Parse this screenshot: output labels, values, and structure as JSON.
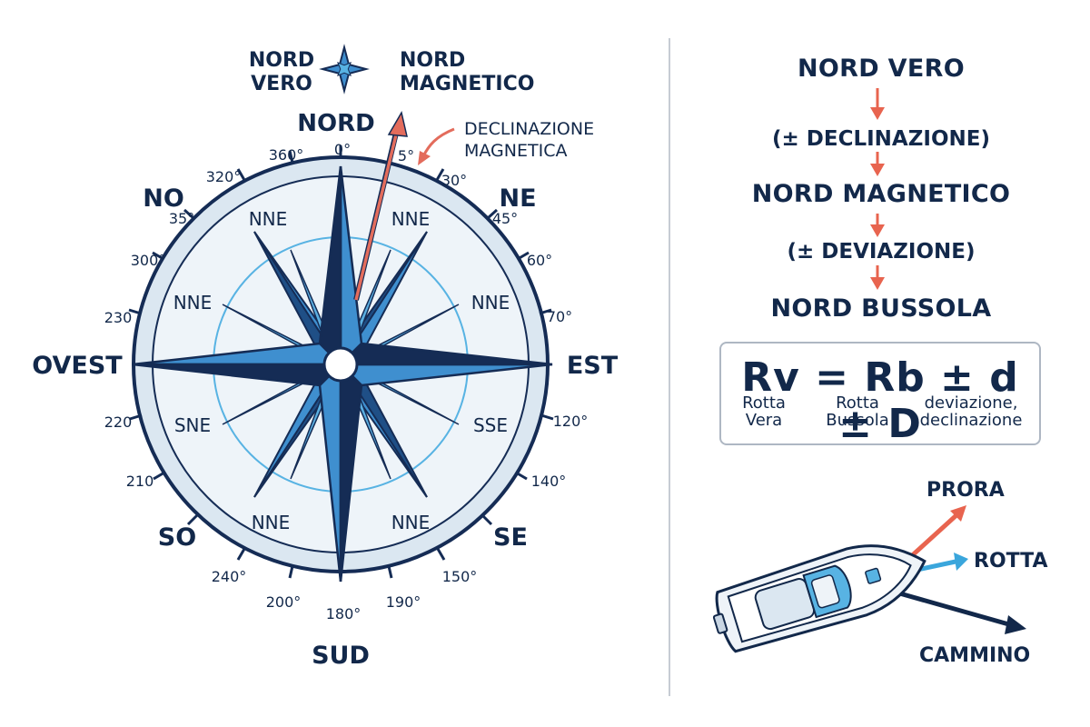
{
  "compass": {
    "labels": {
      "north_true": [
        "NORD",
        "VERO"
      ],
      "north_magnetic": [
        "NORD",
        "MAGNETICO"
      ],
      "north": "NORD",
      "declination": [
        "DECLINAZIONE",
        "MAGNETICA"
      ],
      "west": "OVEST",
      "east": "EST",
      "south": "SUD",
      "nw": "NO",
      "ne": "NE",
      "sw": "SO",
      "se": "SE"
    },
    "degree_labels": {
      "d0": "0°",
      "d5": "5°",
      "d30": "30°",
      "d45": "45°",
      "d60": "60°",
      "d70": "70°",
      "d120": "120°",
      "d140": "140°",
      "d150": "150°",
      "d180": "180°",
      "d190": "190°",
      "d200": "200°",
      "d240": "240°",
      "d210": "210",
      "d220": "220",
      "d230": "230",
      "d300": "300°",
      "d35": "35°",
      "d320": "320°",
      "d360": "360°"
    },
    "inner_labels": {
      "top_left": "NNE",
      "top_right": "NNE",
      "mid_left": "NNE",
      "mid_right": "NNE",
      "low_left": "SNE",
      "low_right": "SSE",
      "bot_left": "NNE",
      "bot_right": "NNE"
    },
    "colors": {
      "outer_fill": "#dbe7f1",
      "inner_fill": "#eef4f9",
      "navy": "#152c55",
      "blue": "#3f8fcf",
      "light_blue": "#58b3e3",
      "red_arrow": "#e36c5c"
    }
  },
  "flow": {
    "steps": [
      "NORD VERO",
      "(± DECLINAZIONE)",
      "NORD MAGNETICO",
      "(± DEVIAZIONE)",
      "NORD BUSSOLA"
    ]
  },
  "formula": {
    "text": "Rv = Rb ± d ± D",
    "captions": {
      "rv": [
        "Rotta",
        "Vera"
      ],
      "rb": [
        "Rotta",
        "Bussola"
      ],
      "dd": [
        "deviazione,",
        "declinazione"
      ]
    }
  },
  "boat": {
    "labels": {
      "prora": "PRORA",
      "rotta": "ROTTA",
      "cammino": "CAMMINO"
    },
    "colors": {
      "prora": "#e8644f",
      "rotta": "#3aa6dc",
      "cammino": "#12284a"
    }
  }
}
